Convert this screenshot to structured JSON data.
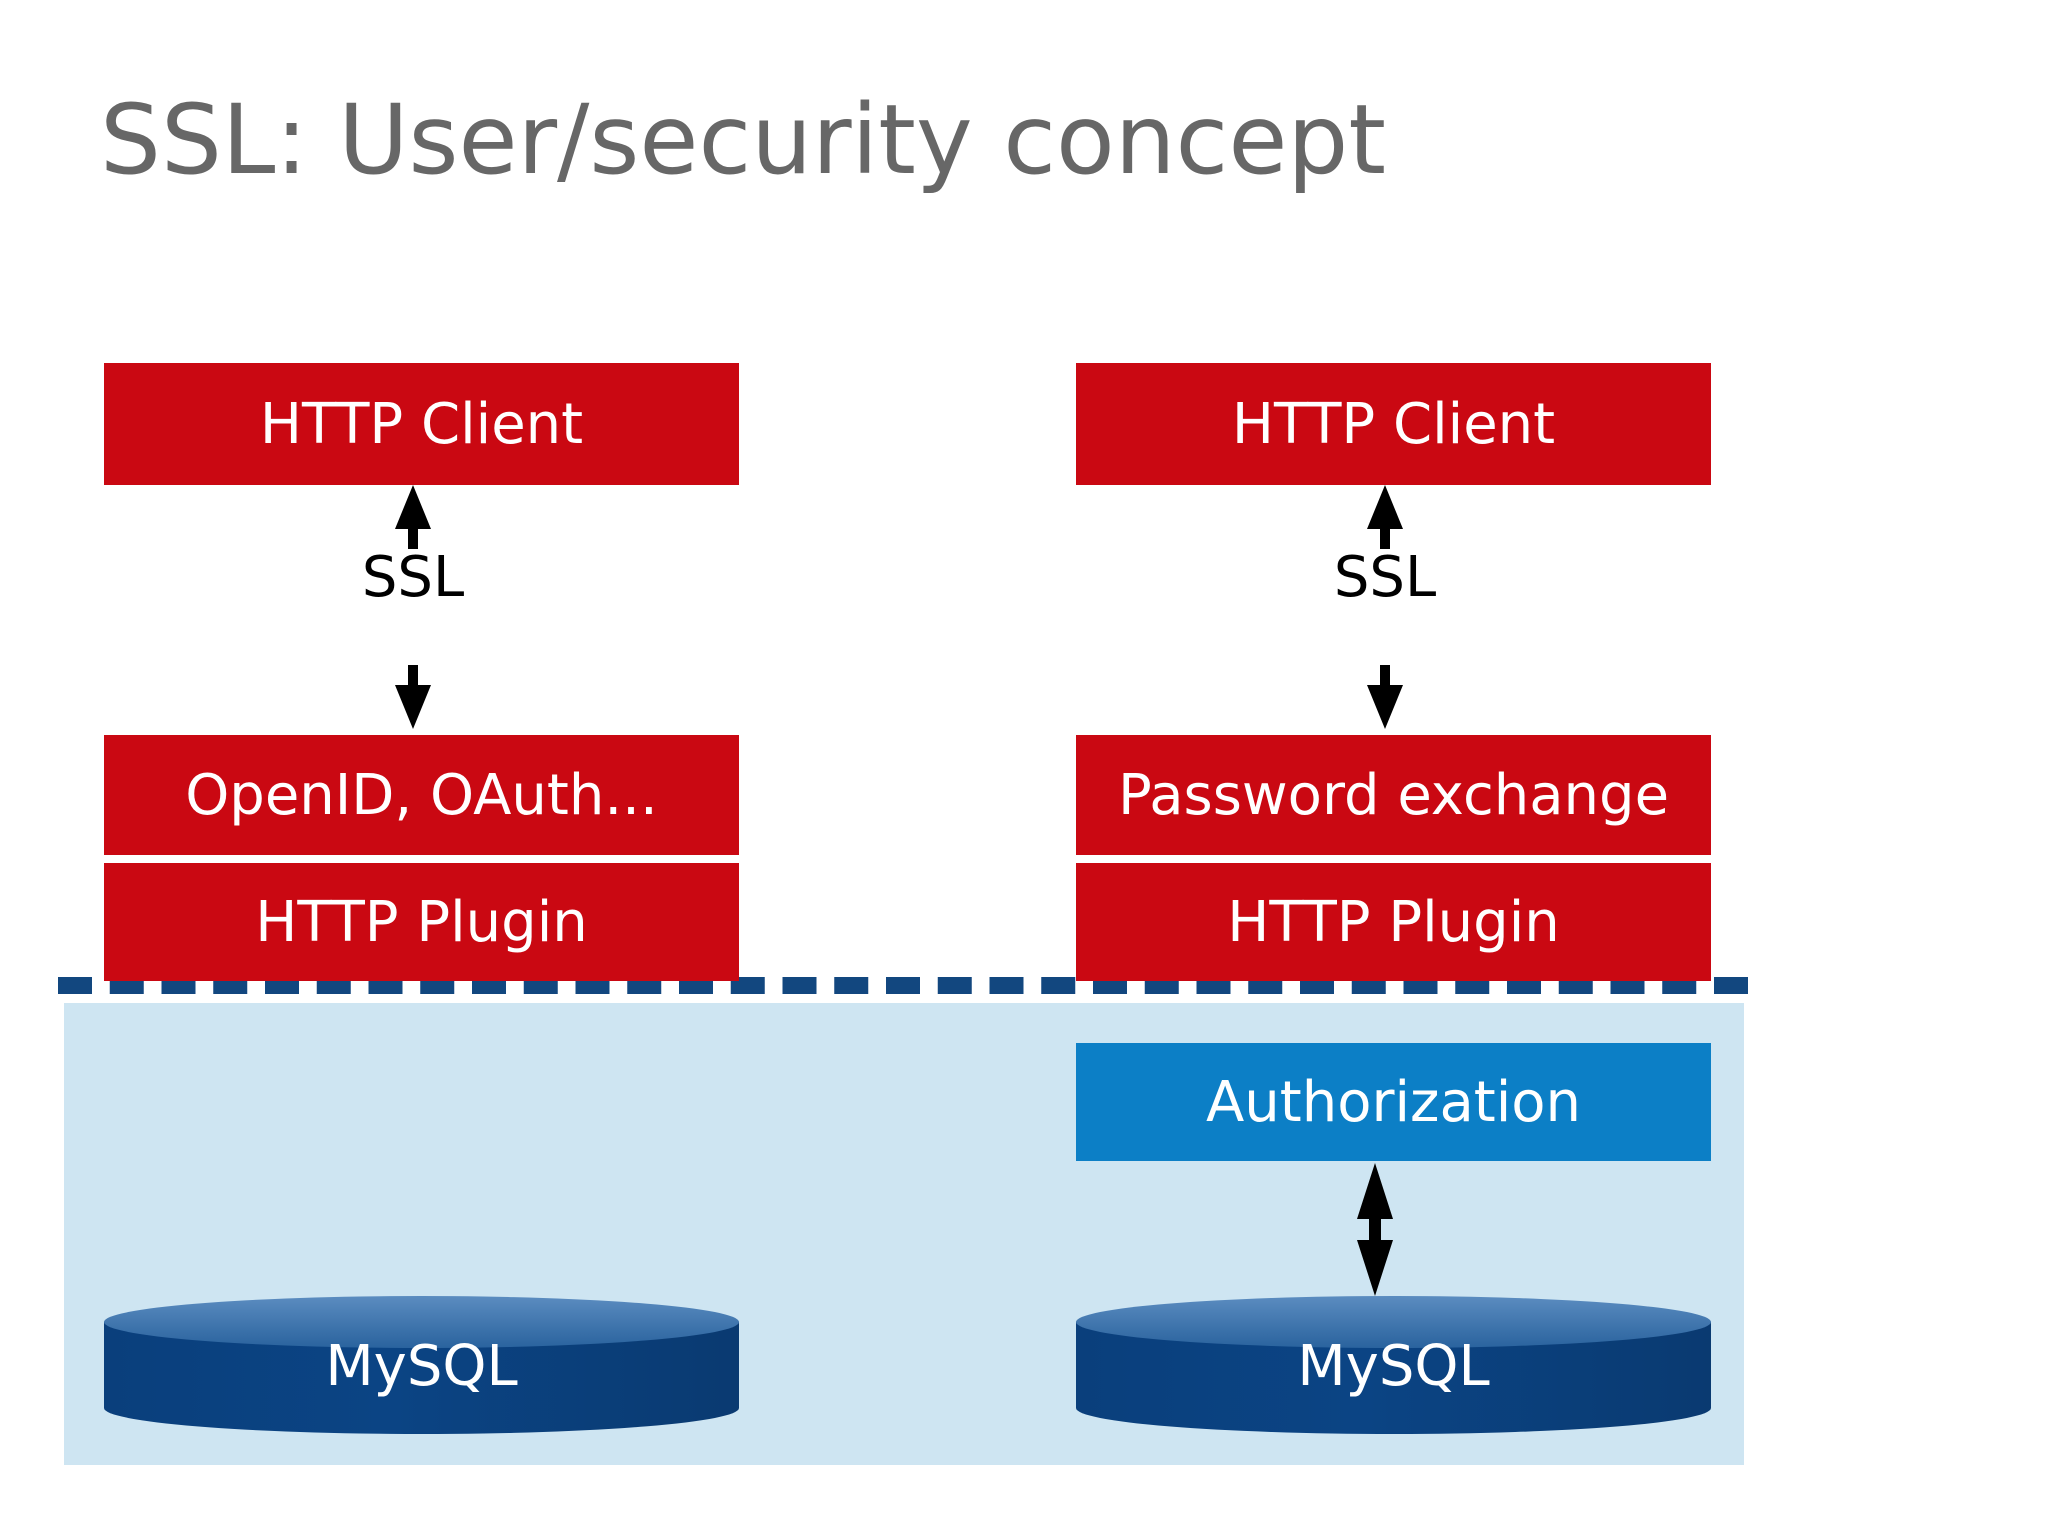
{
  "slide": {
    "title": "SSL: User/security concept",
    "background_color": "#ffffff"
  },
  "colors": {
    "title_gray": "#676767",
    "process_red": "#ca0812",
    "authorization_blue": "#0c7fc6",
    "backend_panel_light_blue": "#cee5f2",
    "boundary_dash_navy": "#12477f",
    "database_navy": "#0b3f7e",
    "database_top_blue": "#4a7fb5",
    "arrow_black": "#000000",
    "box_text_white": "#ffffff"
  },
  "left_column": {
    "client_box": "HTTP Client",
    "ssl_label": "SSL",
    "auth_box": "OpenID, OAuth...",
    "plugin_box": "HTTP Plugin",
    "database": "MySQL"
  },
  "right_column": {
    "client_box": "HTTP Client",
    "ssl_label": "SSL",
    "auth_box": "Password exchange",
    "plugin_box": "HTTP Plugin",
    "authorization_box": "Authorization",
    "database": "MySQL"
  },
  "icons": {
    "ssl_arrow_up": "arrow-up-icon",
    "ssl_arrow_down": "arrow-down-icon",
    "authz_db_arrow": "double-arrow-vertical-icon",
    "boundary": "dashed-trust-boundary-icon",
    "database_shape": "database-cylinder-icon"
  }
}
